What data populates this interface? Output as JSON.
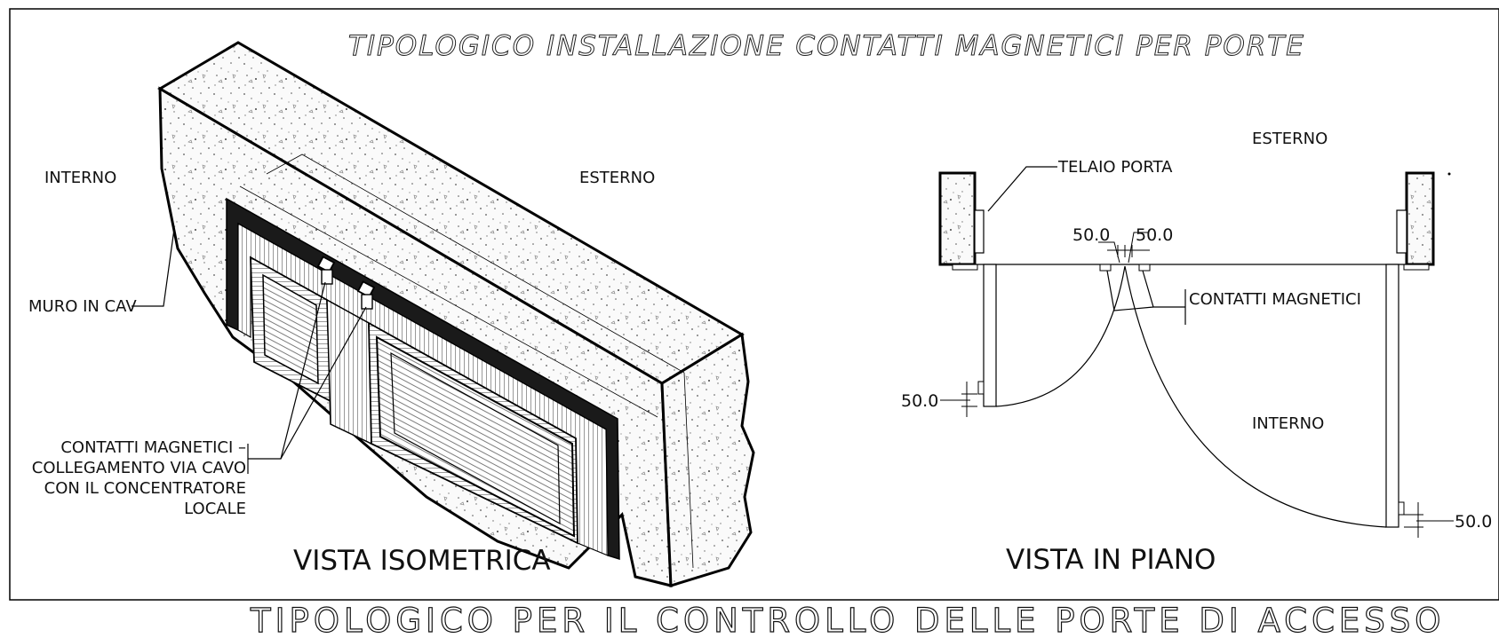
{
  "drawing": {
    "top_title": "TIPOLOGICO  INSTALLAZIONE  CONTATTI  MAGNETICI  PER  PORTE",
    "bottom_title": "TIPOLOGICO  PER  IL  CONTROLLO  DELLE  PORTE  DI  ACCESSO"
  },
  "isometric": {
    "label_interno": "INTERNO",
    "label_esterno": "ESTERNO",
    "label_muro": "MURO  IN  CAV",
    "callout_lines": [
      "CONTATTI  MAGNETICI  –",
      "COLLEGAMENTO  VIA  CAVO",
      "CON  IL  CONCENTRATORE",
      "LOCALE"
    ],
    "view_title": "VISTA  ISOMETRICA"
  },
  "plan": {
    "label_esterno": "ESTERNO",
    "label_telaio": "TELAIO  PORTA",
    "label_contatti": "CONTATTI  MAGNETICI",
    "label_interno": "INTERNO",
    "dim_left_top": "50.0",
    "dim_right_top": "50.0",
    "dim_left_side": "50.0",
    "dim_right_side": "50.0",
    "view_title": "VISTA  IN  PIANO"
  }
}
